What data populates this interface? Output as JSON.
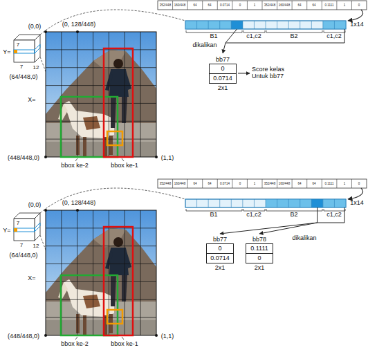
{
  "diagram": {
    "nodes": [
      {
        "text": [
          "bb77",
          "0",
          "0.0714",
          "2x1"
        ]
      },
      {
        "text": [
          "bb77",
          "0",
          "0.0714",
          "2x1"
        ]
      },
      {
        "text": [
          "bb78",
          "0.1111",
          "0",
          "2x1"
        ]
      }
    ],
    "labels": [
      "352/448",
      "160/448",
      "64",
      "64",
      "0.0714",
      "0",
      "1",
      "352/448",
      "160/448",
      "64",
      "64",
      "0.1111",
      "1",
      "0",
      "1x14",
      "Y=",
      "7",
      "7",
      "12",
      "(0,0)",
      "(0, 128/448)",
      "(64/448,0)",
      "X=",
      "(448/448,0)",
      "(1,1)",
      "bbox ke-2",
      "bbox ke-1",
      "B1",
      "c1,c2",
      "B2",
      "c1,c2",
      "dikalikan",
      "Score kelas Untuk bb77",
      "352/448",
      "160/448",
      "64",
      "64",
      "0.0714",
      "0",
      "1",
      "352/448",
      "160/448",
      "64",
      "64",
      "0.1111",
      "1",
      "0",
      "1x14",
      "Y=",
      "7",
      "7",
      "12",
      "(0,0)",
      "(0, 128/448)",
      "(64/448,0)",
      "X=",
      "(448/448,0)",
      "(1,1)",
      "bbox ke-2",
      "bbox ke-1",
      "B1",
      "c1,c2",
      "B2",
      "c1,c2",
      "dikalikan"
    ]
  }
}
